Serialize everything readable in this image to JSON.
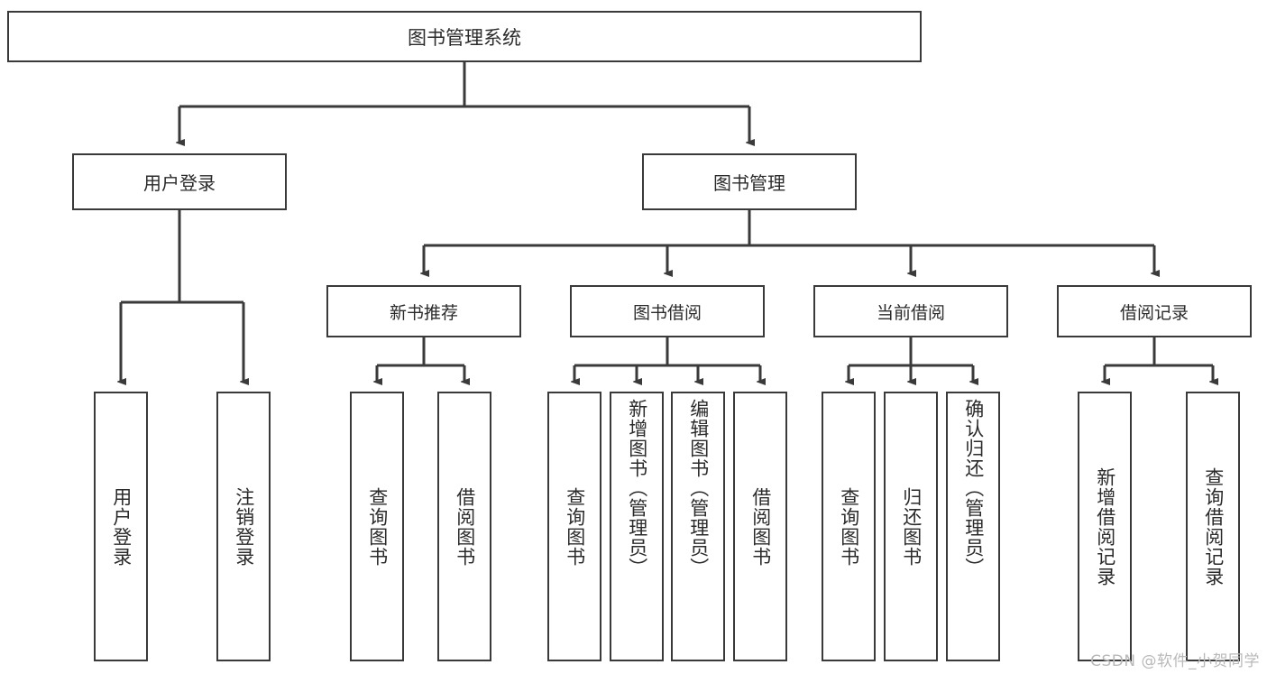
{
  "diagram": {
    "title": "图书管理系统",
    "type": "tree-hierarchy-chart",
    "watermark": "CSDN @软件_小贺同学",
    "colors": {
      "stroke": "#3a3a3a",
      "box_fill": "#ffffff",
      "text": "#2b2b2b",
      "background": "#ffffff",
      "watermark": "#b9b9b9"
    }
  },
  "root": {
    "label": "图书管理系统"
  },
  "level1": [
    {
      "label": "用户登录"
    },
    {
      "label": "图书管理"
    }
  ],
  "level2": [
    {
      "label": "新书推荐"
    },
    {
      "label": "图书借阅"
    },
    {
      "label": "当前借阅"
    },
    {
      "label": "借阅记录"
    }
  ],
  "leaves": {
    "user_login": [
      {
        "label": "用户登录"
      },
      {
        "label": "注销登录"
      }
    ],
    "new_book_recommend": [
      {
        "label": "查询图书"
      },
      {
        "label": "借阅图书"
      }
    ],
    "book_borrow": [
      {
        "label": "查询图书"
      },
      {
        "label": "新增图书（管理员）"
      },
      {
        "label": "编辑图书（管理员）"
      },
      {
        "label": "借阅图书"
      }
    ],
    "current_borrow": [
      {
        "label": "查询图书"
      },
      {
        "label": "归还图书"
      },
      {
        "label": "确认归还（管理员）"
      }
    ],
    "borrow_record": [
      {
        "label": "新增借阅记录"
      },
      {
        "label": "查询借阅记录"
      }
    ]
  }
}
